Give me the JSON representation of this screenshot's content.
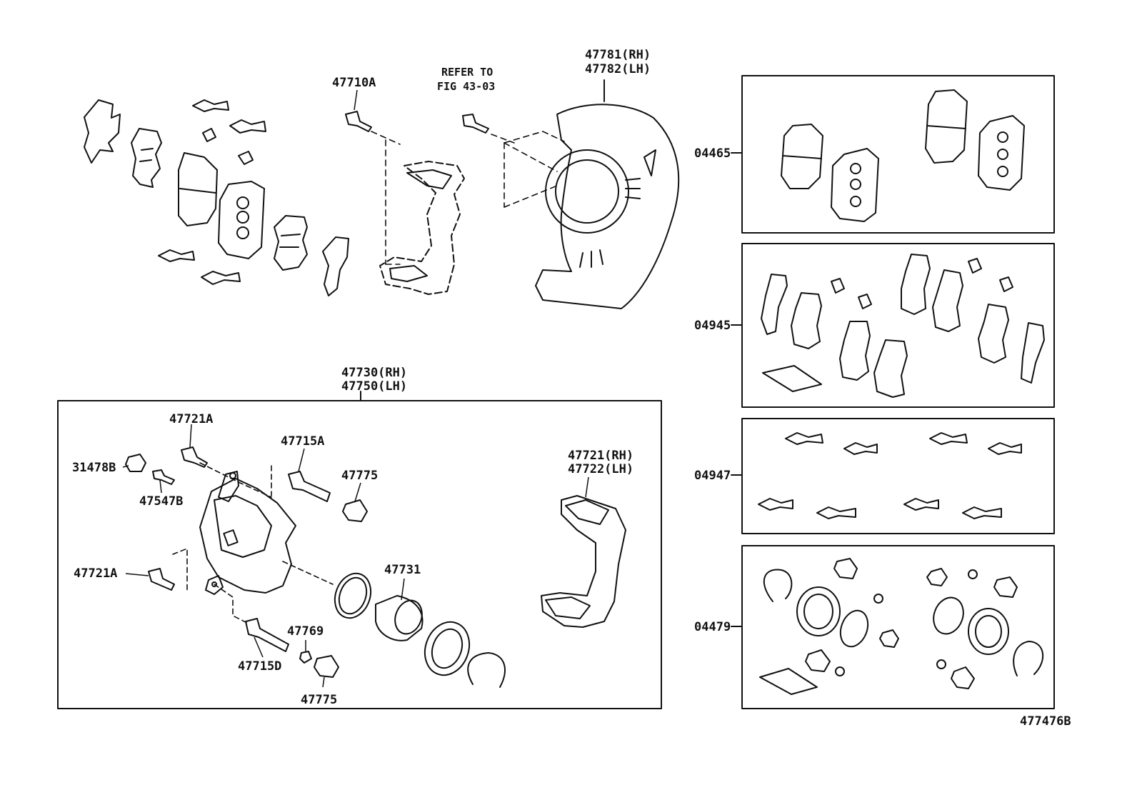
{
  "diagram": {
    "top_labels": {
      "retainer": "47710A",
      "refer_line1": "REFER TO",
      "refer_line2": "FIG 43-03",
      "shield_rh": "47781(RH)",
      "shield_lh": "47782(LH)"
    },
    "caliper_assy": {
      "rh": "47730(RH)",
      "lh": "47750(LH)"
    },
    "caliper_parts": {
      "bolt_top": "47721A",
      "boot": "31478B",
      "bleeder": "47547B",
      "bolt_mid": "47721A",
      "pin_top": "47715A",
      "bush_top": "47775",
      "piston": "47731",
      "mount_rh": "47721(RH)",
      "mount_lh": "47722(LH)",
      "cap": "47769",
      "pin_bottom": "47715D",
      "bush_bottom": "47775"
    },
    "kits": {
      "pads": "04465",
      "shims": "04945",
      "springs": "04947",
      "seals": "04479"
    },
    "figure_id": "477476B"
  }
}
